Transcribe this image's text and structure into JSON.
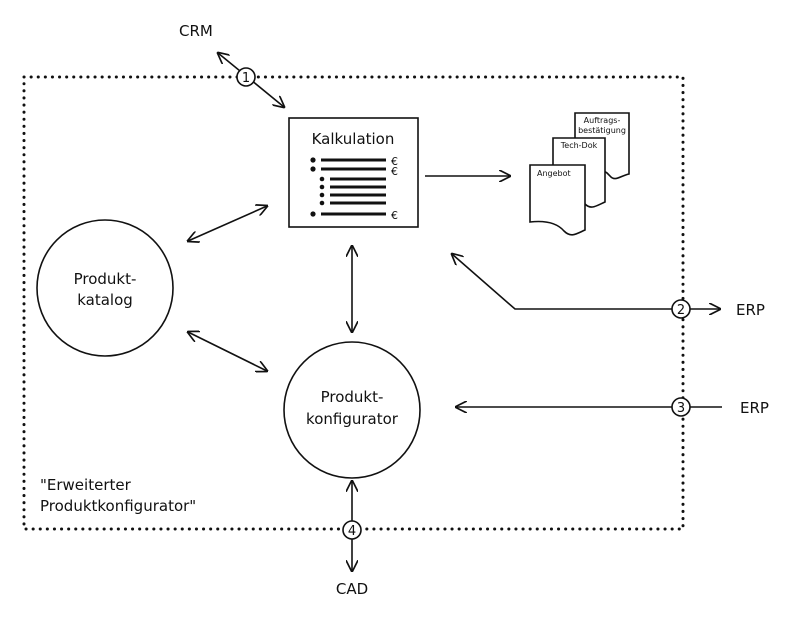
{
  "labels": {
    "crm": "CRM",
    "erp_out": "ERP",
    "erp_in": "ERP",
    "cad": "CAD",
    "kalkulation": "Kalkulation",
    "katalog_line1": "Produkt-",
    "katalog_line2": "katalog",
    "konfig_line1": "Produkt-",
    "konfig_line2": "konfigurator",
    "system_line1": "\"Erweiterter",
    "system_line2": "Produktkonfigurator\"",
    "euro": "€"
  },
  "documents": [
    "Angebot",
    "Tech-Dok",
    "Auftrags-",
    "bestätigung"
  ],
  "markers": [
    "1",
    "2",
    "3",
    "4"
  ]
}
